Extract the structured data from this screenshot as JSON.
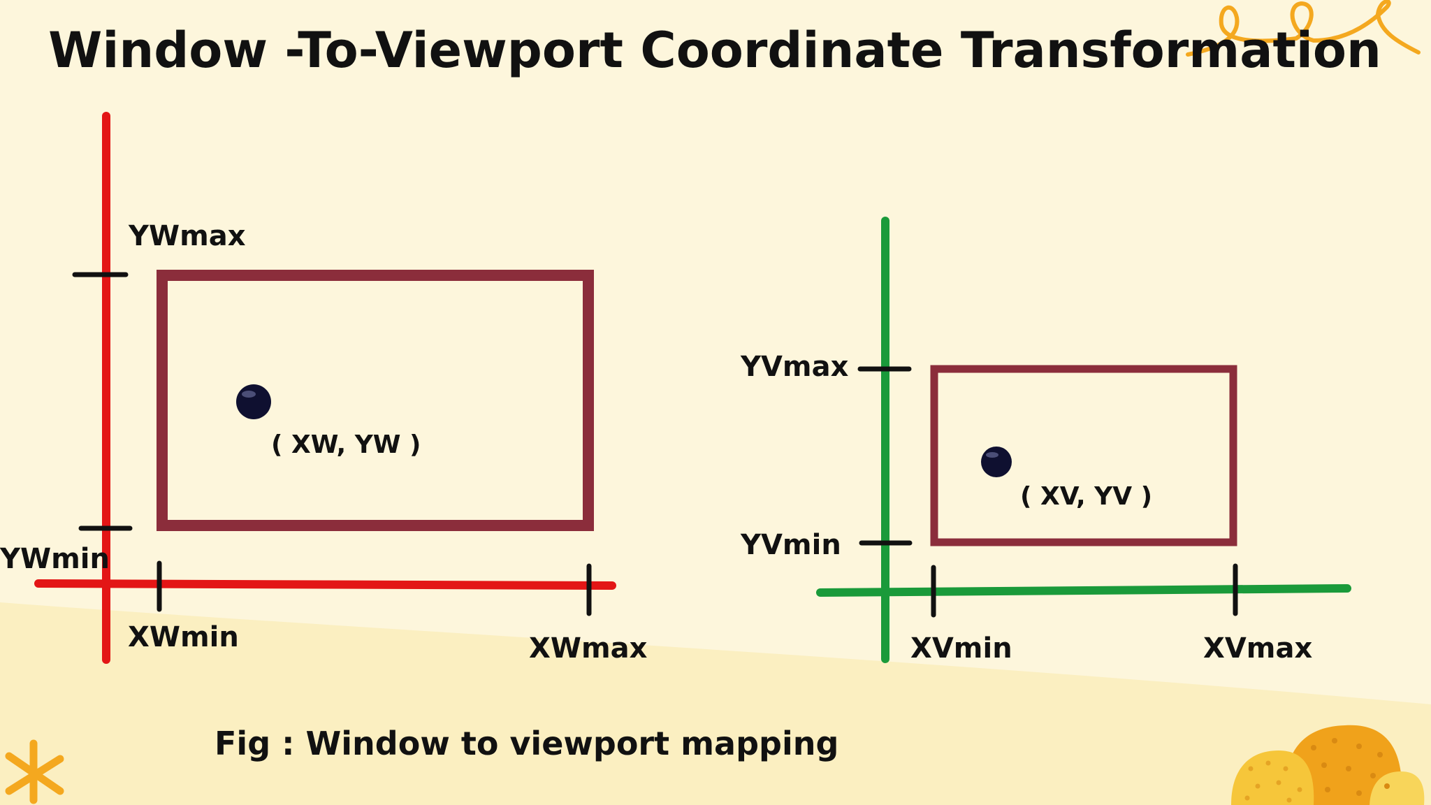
{
  "title": "Window -To-Viewport Coordinate Transformation",
  "caption": "Fig : Window to viewport  mapping",
  "colors": {
    "background": "#fdf6dc",
    "hill": "#fbefc1",
    "window_axes": "#e31616",
    "viewport_axes": "#1a9a3a",
    "rectangle": "#8b2d3b",
    "ticks": "#111111",
    "point": "#0f1030",
    "accent": "#f4a81f"
  },
  "window": {
    "ymax_label": "YWmax",
    "ymin_label": "YWmin",
    "xmin_label": "XWmin",
    "xmax_label": "XWmax",
    "point_label": "( XW, YW )"
  },
  "viewport": {
    "ymax_label": "YVmax",
    "ymin_label": "YVmin",
    "xmin_label": "XVmin",
    "xmax_label": "XVmax",
    "point_label": "( XV, YV )"
  },
  "decorations": [
    "squiggle-icon",
    "asterisk-icon",
    "bushes-icon"
  ]
}
